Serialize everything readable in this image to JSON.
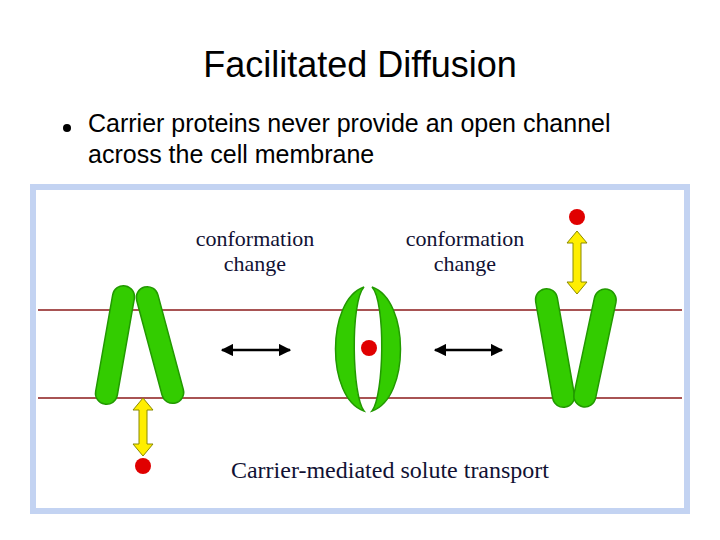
{
  "diagram": {
    "title": "Facilitated Diffusion",
    "labels": [
      "Carrier proteins never provide an open channel across the cell membrane",
      "conformation change",
      "conformation change",
      "Carrier-mediated solute transport"
    ]
  }
}
